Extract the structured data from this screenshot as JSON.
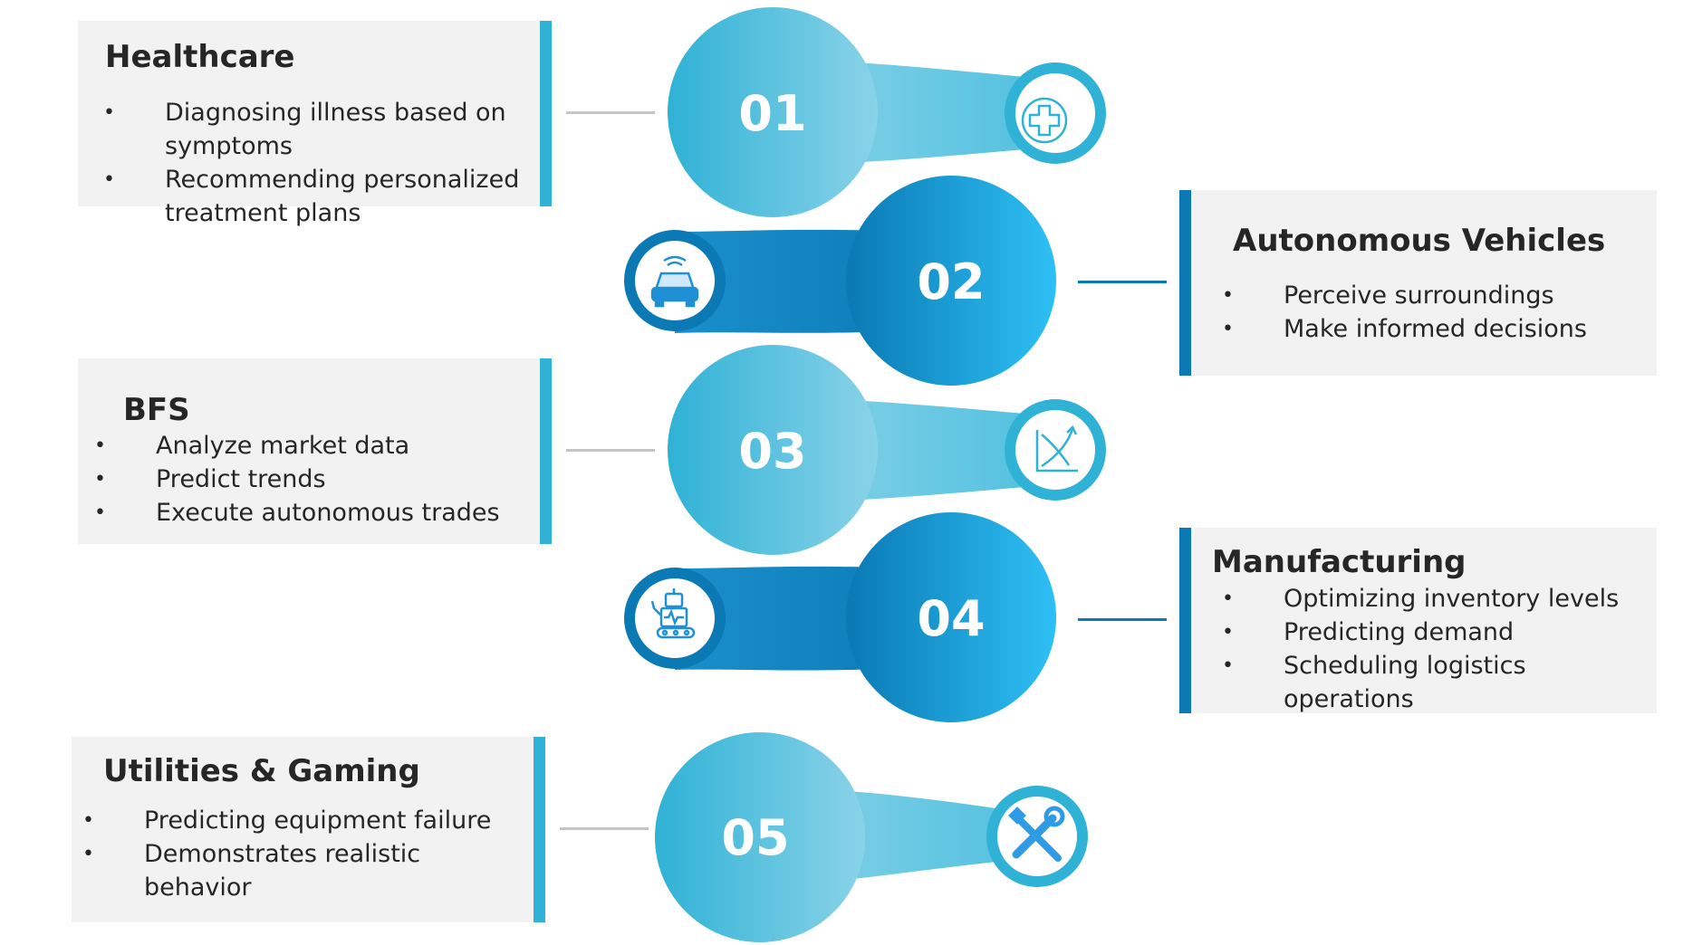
{
  "colors": {
    "odd_light": "#8ad3e8",
    "odd_dark": "#2fb2d6",
    "even_light": "#2ec0f5",
    "even_dark": "#0a79b4",
    "card_bg": "#f2f2f2",
    "icon_stroke_odd": "#2fb2d6",
    "icon_stroke_even": "#1f8fd6"
  },
  "items": [
    {
      "number": "01",
      "title": "Healthcare",
      "bullets": [
        "Diagnosing illness based on symptoms",
        "Recommending personalized treatment plans"
      ],
      "icon": "medical-cross-icon"
    },
    {
      "number": "02",
      "title": "Autonomous Vehicles",
      "bullets": [
        "Perceive surroundings",
        "Make informed decisions"
      ],
      "icon": "autonomous-car-icon"
    },
    {
      "number": "03",
      "title": "BFS",
      "bullets": [
        "Analyze market data",
        " Predict trends",
        "Execute autonomous trades"
      ],
      "icon": "trend-chart-icon"
    },
    {
      "number": "04",
      "title": "Manufacturing",
      "bullets": [
        "Optimizing inventory levels",
        "Predicting demand",
        "Scheduling logistics operations"
      ],
      "icon": "robot-conveyor-icon"
    },
    {
      "number": "05",
      "title": "Utilities & Gaming",
      "bullets": [
        "Predicting equipment failure",
        "Demonstrates realistic behavior"
      ],
      "icon": "tools-icon"
    }
  ]
}
